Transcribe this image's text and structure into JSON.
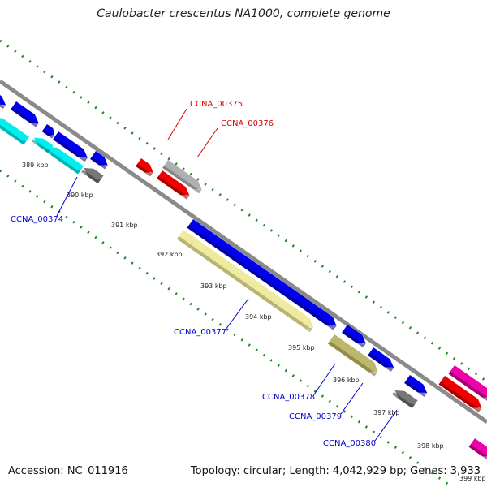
{
  "title": "Caulobacter crescentus NA1000, complete genome",
  "footer": {
    "accession": "Accession: NC_011916",
    "summary": "Topology: circular; Length: 4,042,929 bp; Genes: 3,933"
  },
  "scale_labels": [
    "389 kbp",
    "390 kbp",
    "391 kbp",
    "392 kbp",
    "393 kbp",
    "394 kbp",
    "395 kbp",
    "396 kbp",
    "397 kbp",
    "398 kbp",
    "399 kbp"
  ],
  "gene_labels": [
    {
      "name": "CCNA_00375",
      "color": "#dd0000"
    },
    {
      "name": "CCNA_00376",
      "color": "#dd0000"
    },
    {
      "name": "CCNA_00374",
      "color": "#0000cc"
    },
    {
      "name": "CCNA_00377",
      "color": "#0000cc"
    },
    {
      "name": "CCNA_00378",
      "color": "#0000cc"
    },
    {
      "name": "CCNA_00379",
      "color": "#0000cc"
    },
    {
      "name": "CCNA_00380",
      "color": "#0000cc"
    }
  ],
  "colors": {
    "backbone": "#8a8a8a",
    "forward_cds": "#0000ee",
    "reverse_cds": "#00eeee",
    "highlight_red": "#ee0000",
    "gray_gene": "#b0b0b0",
    "khaki_gene": "#eeeaa0",
    "magenta_gene": "#ee00aa",
    "tick_green": "#228822"
  }
}
